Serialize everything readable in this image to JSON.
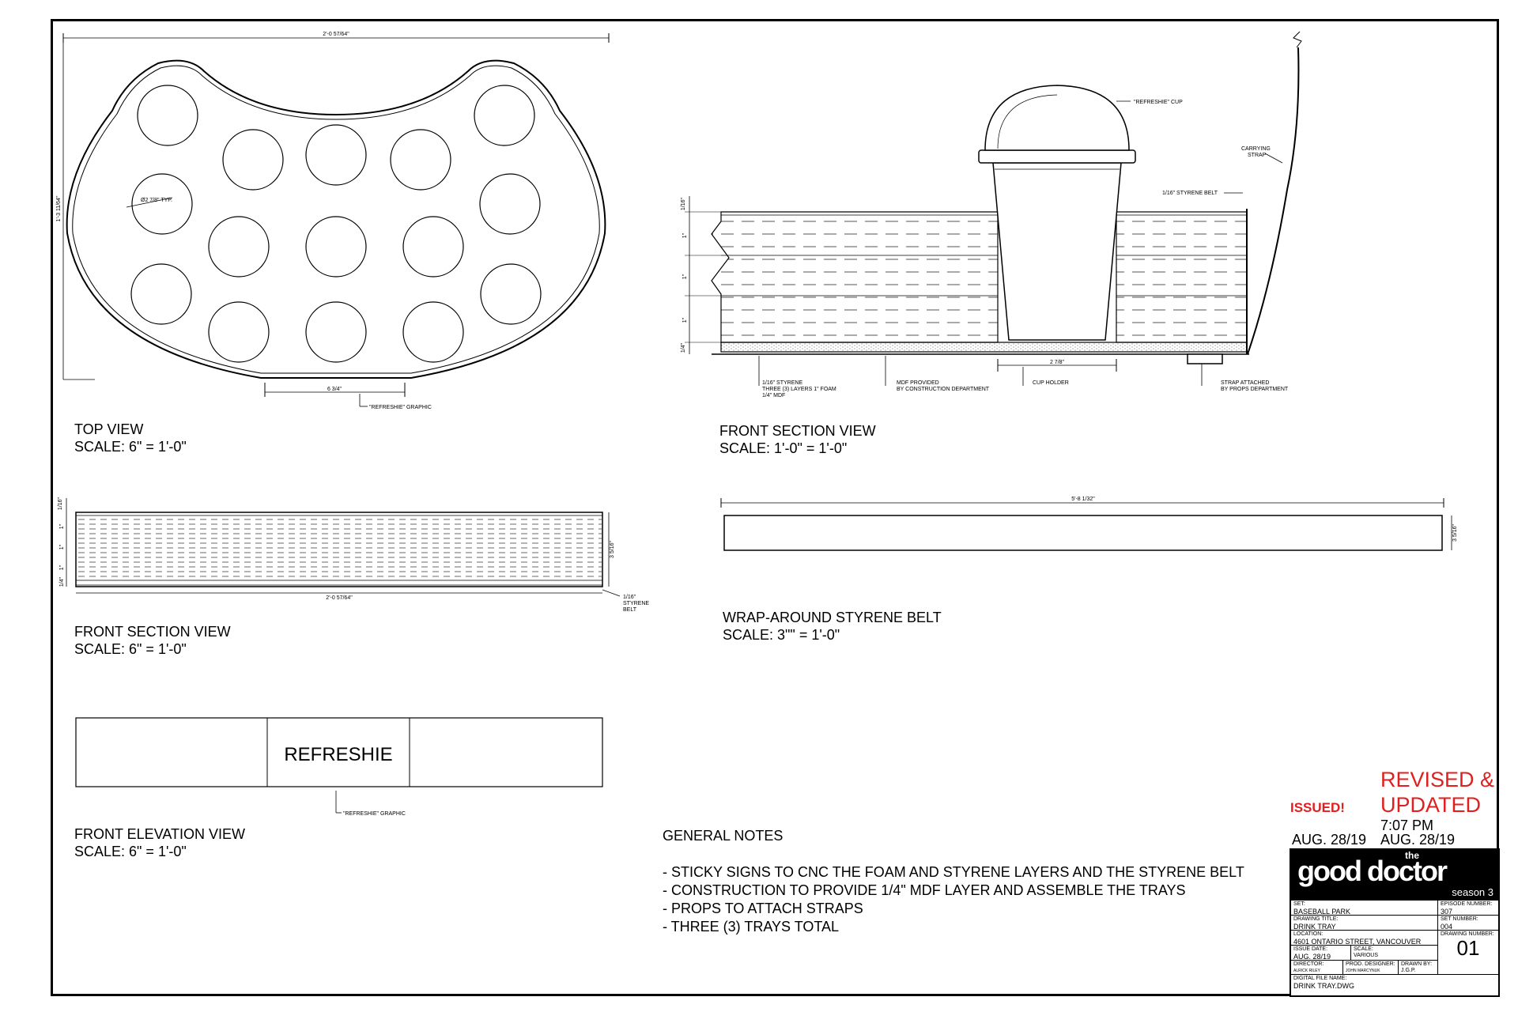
{
  "views": {
    "top": {
      "title": "TOP VIEW",
      "scale": "SCALE: 6\" = 1'-0\""
    },
    "front_section_small": {
      "title": "FRONT SECTION VIEW",
      "scale": "SCALE: 6\" = 1'-0\""
    },
    "front_elevation": {
      "title": "FRONT ELEVATION VIEW",
      "scale": "SCALE: 6\" = 1'-0\""
    },
    "front_section_large": {
      "title": "FRONT SECTION VIEW",
      "scale": "SCALE: 1'-0\" = 1'-0\""
    },
    "styrene_belt": {
      "title": "WRAP-AROUND STYRENE BELT",
      "scale": "SCALE: 3\"\" = 1'-0\""
    }
  },
  "dims": {
    "top_width": "2'-0 57/64\"",
    "top_height": "1'-3 11/64\"",
    "hole_dia": "Ø2 7/8\" TYP.",
    "graphic_width": "6 3/4\"",
    "refreshie_graphic": "\"REFRESHIE\" GRAPHIC",
    "sec_width": "2'-0 57/64\"",
    "sec_height": "3 5/16\"",
    "sec_t1": "1/16\"",
    "sec_1a": "1\"",
    "sec_1b": "1\"",
    "sec_1c": "1\"",
    "sec_q": "1/4\"",
    "sec_belt_a": "1/16\"",
    "sec_belt_b": "STYRENE",
    "sec_belt_c": "BELT",
    "big_t1": "1/16\"",
    "big_1a": "1\"",
    "big_1b": "1\"",
    "big_1c": "1\"",
    "big_q": "1/4\"",
    "cup_label": "\"REFRESHIE\" CUP",
    "strap_a": "CARRYING",
    "strap_b": "STRAP",
    "belt_label": "1/16\" STYRENE BELT",
    "cup_width": "2 7/8\"",
    "layers_a": "1/16\" STYRENE",
    "layers_b": "THREE (3) LAYERS 1\" FOAM",
    "layers_c": "1/4\" MDF",
    "mdf_a": "MDF PROVIDED",
    "mdf_b": "BY CONSTRUCTION DEPARTMENT",
    "cup_holder": "CUP HOLDER",
    "strap_att_a": "STRAP ATTACHED",
    "strap_att_b": "BY PROPS DEPARTMENT",
    "belt_length": "5'-8 1/32\"",
    "belt_height": "3 5/16\""
  },
  "elevation_text": "REFRESHIE",
  "notes": {
    "heading": "GENERAL NOTES",
    "items": [
      "- STICKY SIGNS TO CNC THE FOAM AND STYRENE LAYERS AND THE STYRENE BELT",
      "- CONSTRUCTION TO PROVIDE 1/4\" MDF LAYER AND ASSEMBLE THE TRAYS",
      "- PROPS TO ATTACH STRAPS",
      "- THREE (3) TRAYS TOTAL"
    ]
  },
  "revision": {
    "issued_label": "ISSUED!",
    "revised_line1": "REVISED &",
    "revised_line2": "UPDATED",
    "time": "7:07 PM",
    "issued_date": "AUG. 28/19",
    "revised_date": "AUG. 28/19",
    "color": "#e0201e"
  },
  "title_block": {
    "logo_small": "the",
    "logo_main": "good doctor",
    "logo_season": "season 3",
    "set_label": "SET:",
    "set_value": "BASEBALL PARK",
    "episode_label": "EPISODE NUMBER:",
    "episode_value": "307",
    "drawing_title_label": "DRAWING TITLE:",
    "drawing_title_value": "DRINK TRAY",
    "set_number_label": "SET NUMBER:",
    "set_number_value": "004",
    "location_label": "LOCATION:",
    "location_value": "4601 ONTARIO STREET, VANCOUVER",
    "drawing_number_label": "DRAWING NUMBER:",
    "drawing_number_value": "01",
    "issue_date_label": "ISSUE DATE:",
    "issue_date_value": "AUG. 28/19",
    "scale_label": "SCALE:",
    "scale_value": "VARIOUS",
    "director_label": "DIRECTOR:",
    "director_value": "ALRICK RILEY",
    "prod_designer_label": "PROD. DESIGNER:",
    "prod_designer_value": "JOHN MARCYNUK",
    "drawn_by_label": "DRAWN BY:",
    "drawn_by_value": "J.G.P.",
    "file_label": "DIGITAL FILE NAME:",
    "file_value": "DRINK TRAY.DWG"
  }
}
